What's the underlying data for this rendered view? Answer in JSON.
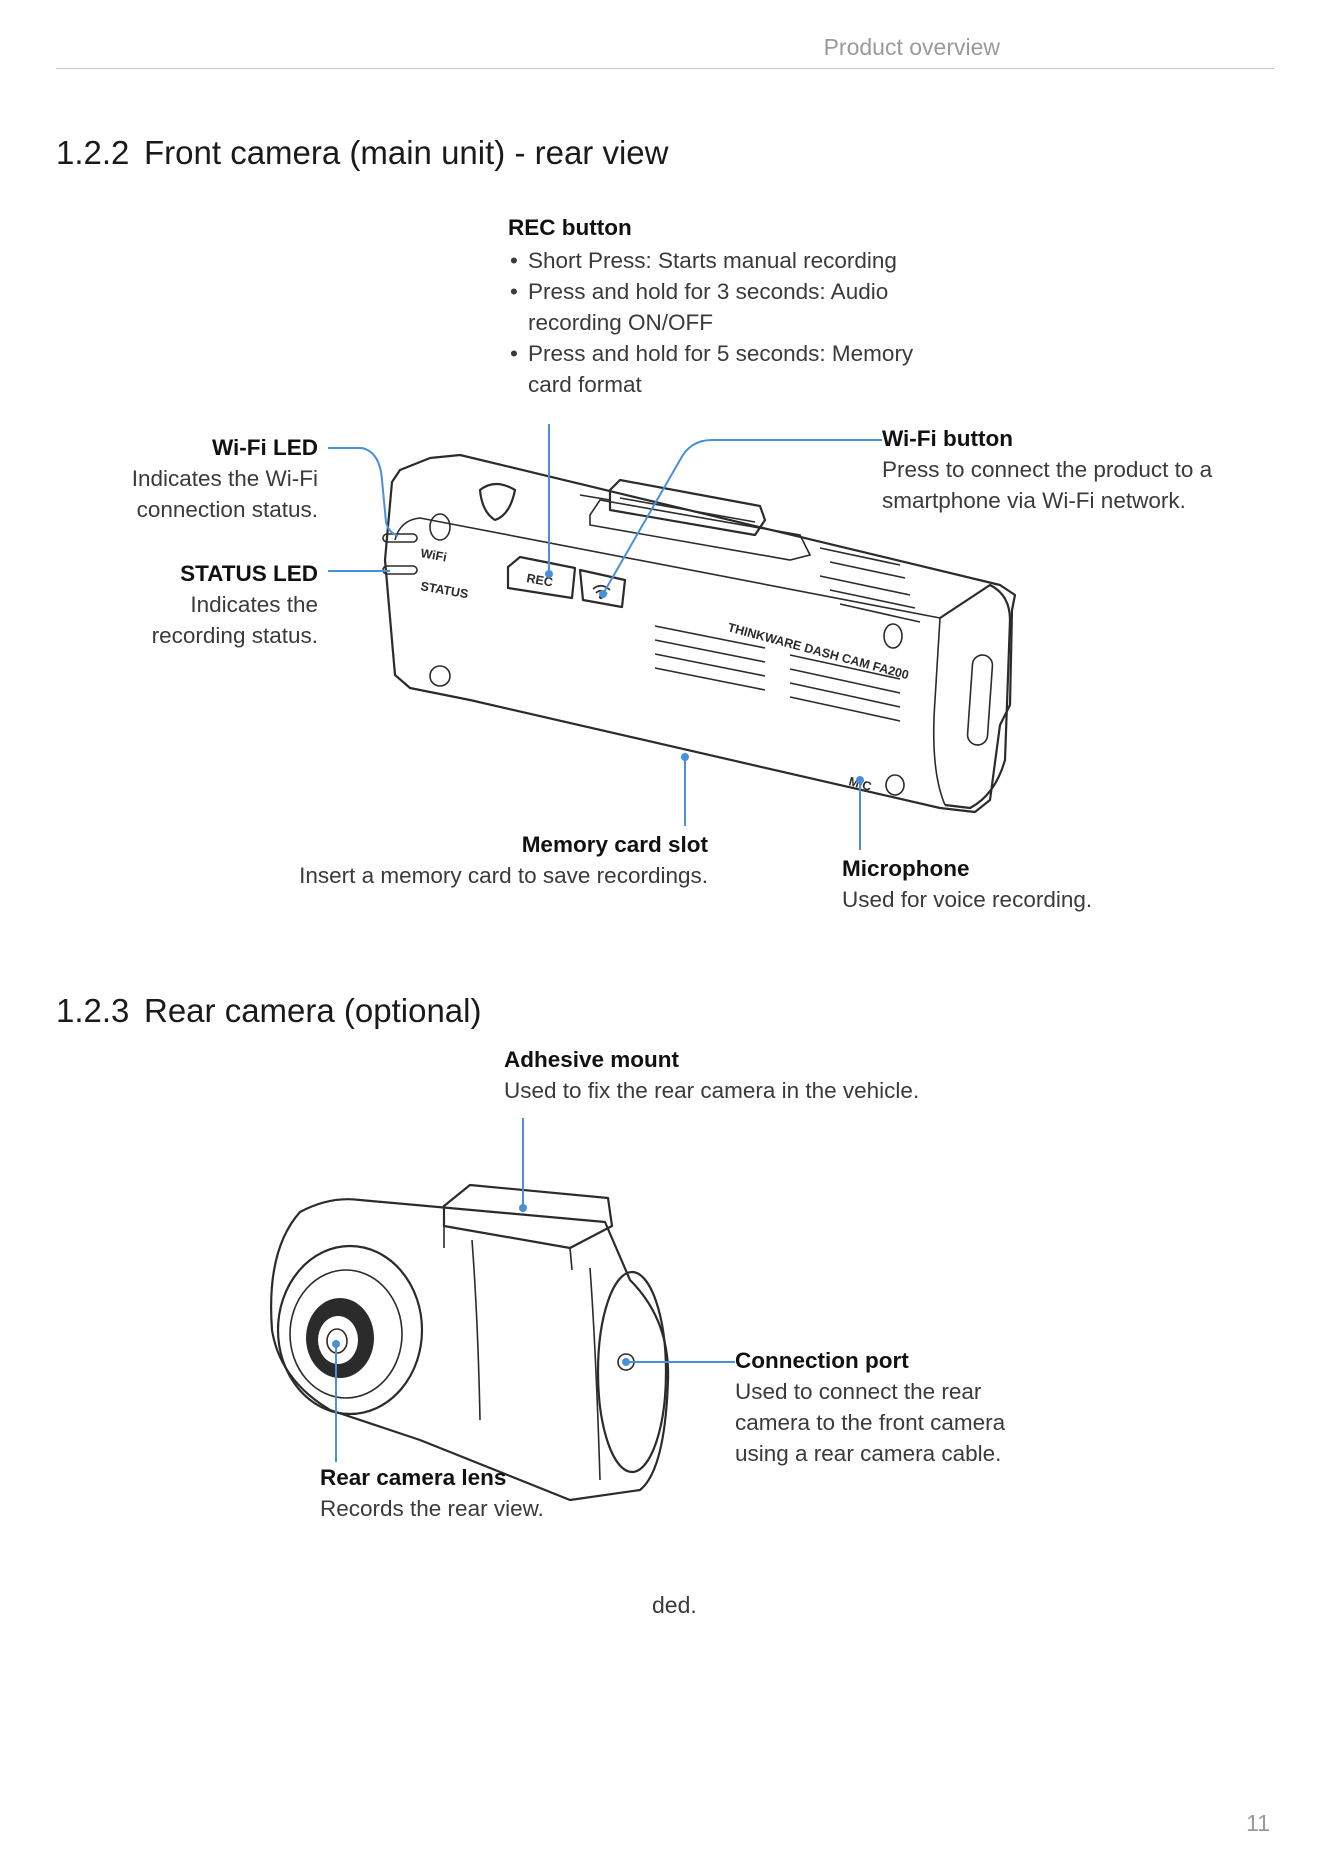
{
  "header": {
    "title": "Product overview"
  },
  "sections": {
    "front": {
      "number": "1.2.2",
      "title": "Front camera (main unit) - rear view"
    },
    "rear": {
      "number": "1.2.3",
      "title": "Rear camera (optional)"
    }
  },
  "front_callouts": {
    "rec_button": {
      "title": "REC button",
      "bullets": [
        "Short Press: Starts manual recording",
        "Press and hold for 3 seconds: Audio recording ON/OFF",
        "Press and hold for 5 seconds: Memory card format"
      ]
    },
    "wifi_led": {
      "title": "Wi-Fi LED",
      "desc": "Indicates the Wi-Fi connection status."
    },
    "status_led": {
      "title": "STATUS LED",
      "desc": "Indicates the recording status."
    },
    "wifi_button": {
      "title": "Wi-Fi button",
      "desc": "Press to connect the product to a smartphone via Wi-Fi network."
    },
    "memory_card_slot": {
      "title": "Memory card slot",
      "desc": "Insert a memory card to save recordings."
    },
    "microphone": {
      "title": "Microphone",
      "desc": "Used for voice recording."
    }
  },
  "device_markings": {
    "rec": "REC",
    "wifi": "WiFi",
    "status": "STATUS",
    "model": "THINKWARE DASH CAM FA200",
    "mic": "MIC"
  },
  "rear_callouts": {
    "adhesive_mount": {
      "title": "Adhesive mount",
      "desc": "Used to fix the rear camera in the vehicle."
    },
    "connection_port": {
      "title": "Connection port",
      "desc": "Used to connect the rear camera to the front camera using a rear camera cable."
    },
    "rear_lens": {
      "title": "Rear camera lens",
      "desc": "Records the rear view."
    }
  },
  "fragment_text": "ded.",
  "page_number": "11"
}
